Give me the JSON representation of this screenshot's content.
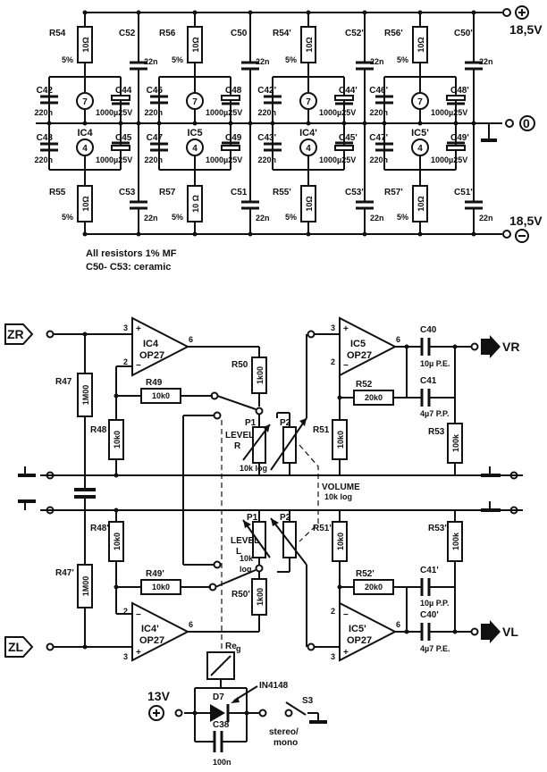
{
  "supply": {
    "pos": "18,5V",
    "neg": "18,5V",
    "gnd": "0"
  },
  "decoupling": {
    "columns": [
      {
        "r_top": "R54",
        "r_top_v": "10Ω",
        "r_top_tol": "5%",
        "ca": "C42",
        "ca_v": "220n",
        "ic": "IC4",
        "pin_t": "7",
        "pin_b": "4",
        "cb": "C44",
        "cb_v": "1000µ25V",
        "cc": "C43",
        "cc_v": "220n",
        "cd": "C45",
        "cd_v": "1000µ25V",
        "r_bot": "R55",
        "r_bot_v": "10Ω",
        "r_bot_tol": "5%"
      },
      {
        "r_top": "R56",
        "r_top_v": "10Ω",
        "r_top_tol": "5%",
        "ca": "C46",
        "ca_v": "220n",
        "ic": "IC5",
        "pin_t": "7",
        "pin_b": "4",
        "cb": "C48",
        "cb_v": "1000µ25V",
        "cc": "C47",
        "cc_v": "220n",
        "cd": "C49",
        "cd_v": "1000µ25V",
        "r_bot": "R57",
        "r_bot_v": "10 Ω",
        "r_bot_tol": "5%"
      },
      {
        "r_top": "R54'",
        "r_top_v": "10Ω",
        "r_top_tol": "5%",
        "ca": "C42'",
        "ca_v": "220n",
        "ic": "IC4'",
        "pin_t": "7",
        "pin_b": "4",
        "cb": "C44'",
        "cb_v": "1000µ25V",
        "cc": "C43'",
        "cc_v": "220n",
        "cd": "C45'",
        "cd_v": "1000µ25V",
        "r_bot": "R55'",
        "r_bot_v": "10Ω",
        "r_bot_tol": "5%"
      },
      {
        "r_top": "R56'",
        "r_top_v": "10Ω",
        "r_top_tol": "5%",
        "ca": "C46'",
        "ca_v": "220n",
        "ic": "IC5'",
        "pin_t": "7",
        "pin_b": "4",
        "cb": "C48'",
        "cb_v": "1000µ25V",
        "cc": "C47'",
        "cc_v": "220n",
        "cd": "C49'",
        "cd_v": "1000µ25V",
        "r_bot": "R57'",
        "r_bot_v": "10Ω",
        "r_bot_tol": "5%"
      }
    ],
    "ceramic": [
      {
        "top": "C52",
        "top_v": "22n",
        "bot": "C53",
        "bot_v": "22n"
      },
      {
        "top": "C50",
        "top_v": "22n",
        "bot": "C51",
        "bot_v": "22n"
      },
      {
        "top": "C52'",
        "top_v": "22n",
        "bot": "C53'",
        "bot_v": "22n"
      },
      {
        "top": "C50'",
        "top_v": "22n",
        "bot": "C51'",
        "bot_v": "22n"
      }
    ]
  },
  "notes": [
    "All resistors 1% MF",
    "C50- C53: ceramic"
  ],
  "io": {
    "zr": "ZR",
    "zl": "ZL",
    "vr": "VR",
    "vl": "VL"
  },
  "opamps": {
    "ic4": {
      "name": "IC4",
      "type": "OP27",
      "pin_out": "6",
      "pin_a": "3",
      "pin_b": "2"
    },
    "ic5": {
      "name": "IC5",
      "type": "OP27",
      "pin_out": "6",
      "pin_a": "3",
      "pin_b": "2"
    },
    "ic4p": {
      "name": "IC4'",
      "type": "OP27",
      "pin_out": "6",
      "pin_a": "2",
      "pin_b": "3"
    },
    "ic5p": {
      "name": "IC5'",
      "type": "OP27",
      "pin_out": "6",
      "pin_a": "2",
      "pin_b": "3"
    }
  },
  "parts": {
    "r47": "R47",
    "r47v": "1M00",
    "r48": "R48",
    "r48v": "10k0",
    "r49": "R49",
    "r49v": "10k0",
    "r50": "R50",
    "r50v": "1k00",
    "r51": "R51",
    "r51v": "10k0",
    "r52": "R52",
    "r52v": "20k0",
    "r53": "R53",
    "r53v": "100k",
    "c40": "C40",
    "c40v": "10µ P.E.",
    "c41": "C41",
    "c41v": "4µ7 P.P.",
    "r47p": "R47'",
    "r47pv": "1M00",
    "r48p": "R48'",
    "r48pv": "10k0",
    "r49p": "R49'",
    "r49pv": "10k0",
    "r50p": "R50'",
    "r50pv": "1k00",
    "r51p": "R51'",
    "r51pv": "10k0",
    "r52p": "R52'",
    "r52pv": "20k0",
    "r53p": "R53'",
    "r53pv": "100k",
    "c41p": "C41'",
    "c41pv": "10µ P.P.",
    "c40p": "C40'",
    "c40pv": "4µ7 P.E.",
    "p1": "P1",
    "p2": "P2",
    "level": "LEVEL",
    "lr": "R",
    "ll": "L",
    "p1v_r": "10k log",
    "p1v_l1": "10k",
    "p1v_l2": "log",
    "vol1": "VOLUME",
    "vol2": "10k log",
    "reg": "Re",
    "reg_sub": "g",
    "d7": "D7",
    "d7type": "IN4148",
    "s3": "S3",
    "s3l1": "stereo/",
    "s3l2": "mono",
    "v13": "13V",
    "c38": "C38",
    "c38v": "100n"
  }
}
